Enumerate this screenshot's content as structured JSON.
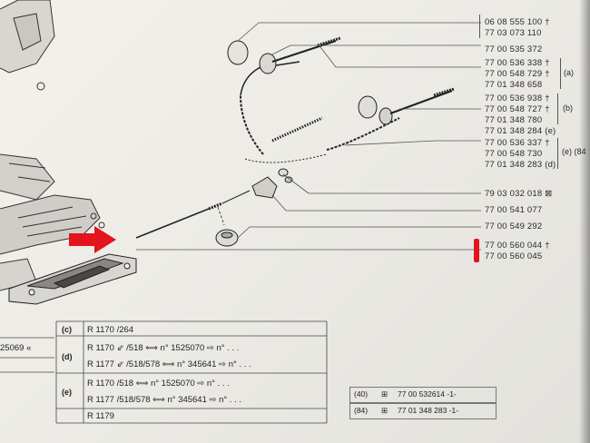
{
  "part_numbers": [
    {
      "text": "06 08 555 100",
      "mark": "†"
    },
    {
      "text": "77 03 073 110",
      "mark": ""
    },
    {
      "text": "77 00 535 372",
      "mark": ""
    },
    {
      "text": "77 00 536 338",
      "mark": "†"
    },
    {
      "text": "77 00 548 729",
      "mark": "†"
    },
    {
      "text": "77 01 348 658",
      "mark": ""
    },
    {
      "text": "77 00 536 938",
      "mark": "†"
    },
    {
      "text": "77 00 548 727",
      "mark": "†"
    },
    {
      "text": "77 01 348 780",
      "mark": ""
    },
    {
      "text": "77 01 348 284",
      "mark": "(e)"
    },
    {
      "text": "77 00 536 337",
      "mark": "†"
    },
    {
      "text": "77 00 548 730",
      "mark": ""
    },
    {
      "text": "77 01 348 283",
      "mark": "(d)"
    },
    {
      "text": "79 03 032 018",
      "mark": "⊠"
    },
    {
      "text": "77 00 541 077",
      "mark": ""
    },
    {
      "text": "77 00 549 292",
      "mark": ""
    },
    {
      "text": "77 00 560 044",
      "mark": "†"
    },
    {
      "text": "77 00 560 045",
      "mark": ""
    }
  ],
  "group_labels": {
    "a": "(a)",
    "b": "(b)",
    "e_84": "(e) (84"
  },
  "table_rows": [
    {
      "code": "(c)",
      "text": "R 1170   /264"
    },
    {
      "code": "(d)",
      "text": "R 1170  ⇙ /518 ⟺  n°  1525070  ⇨  n°  . . ."
    },
    {
      "code": "",
      "text": "R 1177  ⇙ /518/578  ⟺  n°  345641  ⇨  n°  . . ."
    },
    {
      "code": "",
      "text": "R 1170   /518  ⟺  n°  1525070  ⇨  n°  . . ."
    },
    {
      "code": "(e)",
      "text": "R 1177   /518/578  ⟺  n°  345641  ⇨  n°  . . ."
    },
    {
      "code": "",
      "text": "R 1179"
    }
  ],
  "left_fragments": {
    "row1": "25069",
    "row1_mark": "«"
  },
  "ref_rows": [
    {
      "code": "(40)",
      "sym": "⊞",
      "text": "77 00 532614 -1-"
    },
    {
      "code": "(84)",
      "sym": "⊞",
      "text": "77 01 348 283 -1-"
    }
  ],
  "colors": {
    "arrow": "#e3141c",
    "highlight_bar": "#e3141c",
    "ink": "#2a2a2a"
  }
}
